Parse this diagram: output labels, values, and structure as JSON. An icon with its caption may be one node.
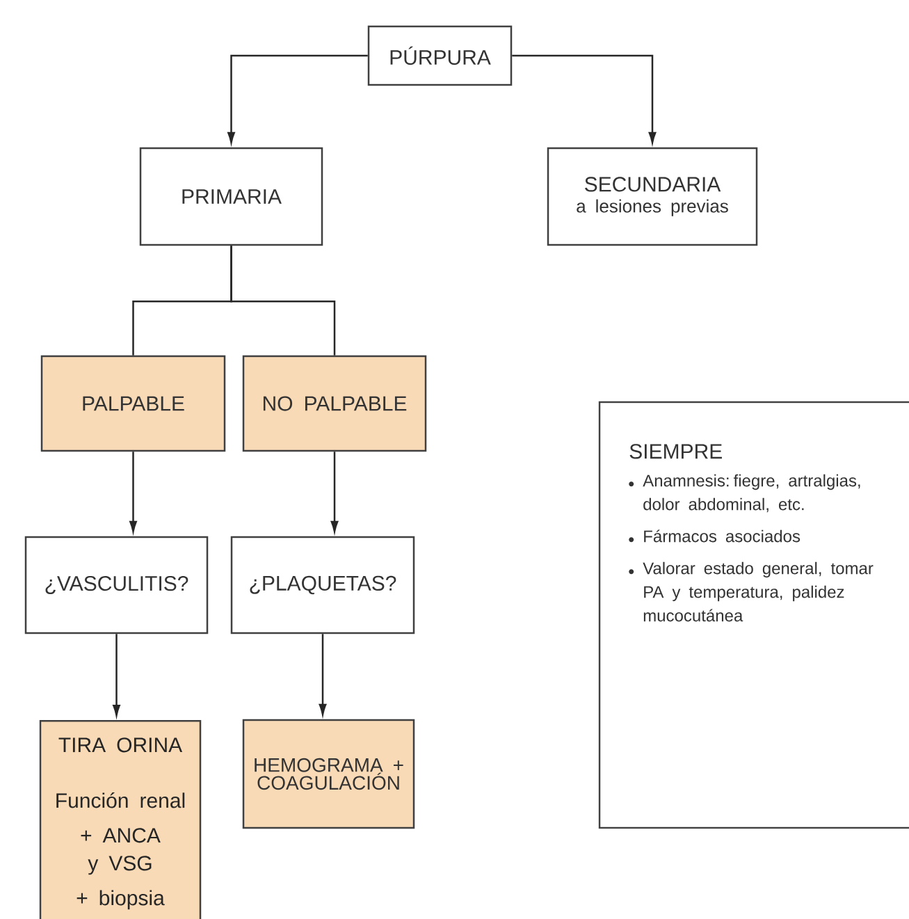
{
  "diagram": {
    "nodes": [
      {
        "text": [
          "PÚRPURA"
        ]
      },
      {
        "text": [
          "PRIMARIA"
        ]
      },
      {
        "text": [
          "SECUNDARIA",
          "a lesiones previas"
        ]
      },
      {
        "text": [
          "PALPABLE"
        ]
      },
      {
        "text": [
          "NO PALPABLE"
        ]
      },
      {
        "text": [
          "¿VASCULITIS?"
        ]
      },
      {
        "text": [
          "¿PLAQUETAS?"
        ]
      },
      {
        "text": [
          "TIRA ORINA",
          "Función renal",
          "+ ANCA y VSG",
          "+ biopsia"
        ]
      },
      {
        "text": [
          "HEMOGRAMA + COAGULACIÓN"
        ]
      },
      {
        "text": [
          "SIEMPRE",
          "Anamnesis: fiegre, artralgias, dolor abdominal, etc.",
          "Fármacos asociados",
          "Valorar estado general, tomar PA y temperatura, palidez mucocutánea"
        ]
      }
    ],
    "edges": [
      {
        "from": 0,
        "to": 1,
        "arrow": "to"
      },
      {
        "from": 0,
        "to": 2,
        "arrow": "to"
      },
      {
        "from": 1,
        "to": 3,
        "arrow": "none"
      },
      {
        "from": 1,
        "to": 4,
        "arrow": "none"
      },
      {
        "from": 3,
        "to": 5,
        "arrow": "to"
      },
      {
        "from": 4,
        "to": 6,
        "arrow": "to"
      },
      {
        "from": 5,
        "to": 7,
        "arrow": "to"
      },
      {
        "from": 6,
        "to": 8,
        "arrow": "to"
      }
    ]
  }
}
